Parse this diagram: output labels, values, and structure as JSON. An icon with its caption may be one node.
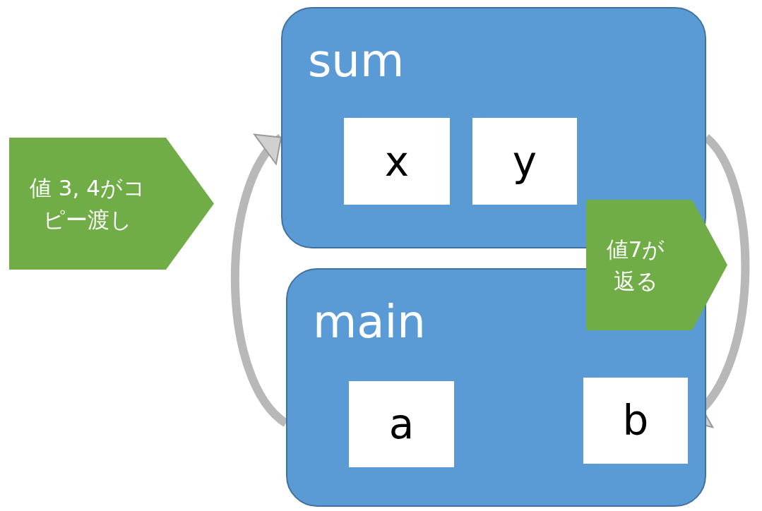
{
  "diagram": {
    "nodes": [
      {
        "text": [
          "sum"
        ]
      },
      {
        "text": [
          "x"
        ],
        "in": 0
      },
      {
        "text": [
          "y"
        ],
        "in": 0
      },
      {
        "text": [
          "main"
        ]
      },
      {
        "text": [
          "a"
        ],
        "in": 3
      },
      {
        "text": [
          "b"
        ],
        "in": 3
      },
      {
        "text": [
          "値 3, 4がコピー渡し"
        ]
      },
      {
        "text": [
          "値7が返る"
        ]
      }
    ],
    "edges": [
      {
        "from": 3,
        "to": 0,
        "arrow": "to"
      },
      {
        "from": 0,
        "to": 5,
        "arrow": "to"
      }
    ]
  }
}
